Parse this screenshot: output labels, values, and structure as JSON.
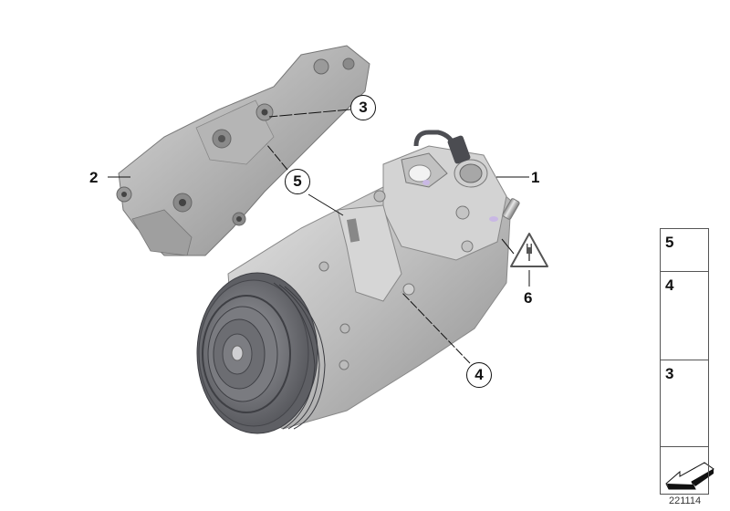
{
  "diagram": {
    "id_label": "221114",
    "parts": [
      {
        "number": "1",
        "name": "compressor"
      },
      {
        "number": "2",
        "name": "bracket"
      },
      {
        "number": "3",
        "name": "hex-bolt-short"
      },
      {
        "number": "4",
        "name": "hex-bolt-long"
      },
      {
        "number": "5",
        "name": "dowel-sleeve"
      },
      {
        "number": "6",
        "name": "electrical-warning"
      }
    ],
    "callouts": {
      "c3": "3",
      "c5": "5",
      "c4": "4"
    },
    "labels": {
      "l1": "1",
      "l2": "2",
      "l6": "6"
    },
    "side_panel": {
      "p5": "5",
      "p4": "4",
      "p3": "3"
    },
    "colors": {
      "part_light": "#c9c9c9",
      "part_mid": "#9a9a9a",
      "part_dark": "#5e5f63",
      "line": "#111111"
    }
  }
}
